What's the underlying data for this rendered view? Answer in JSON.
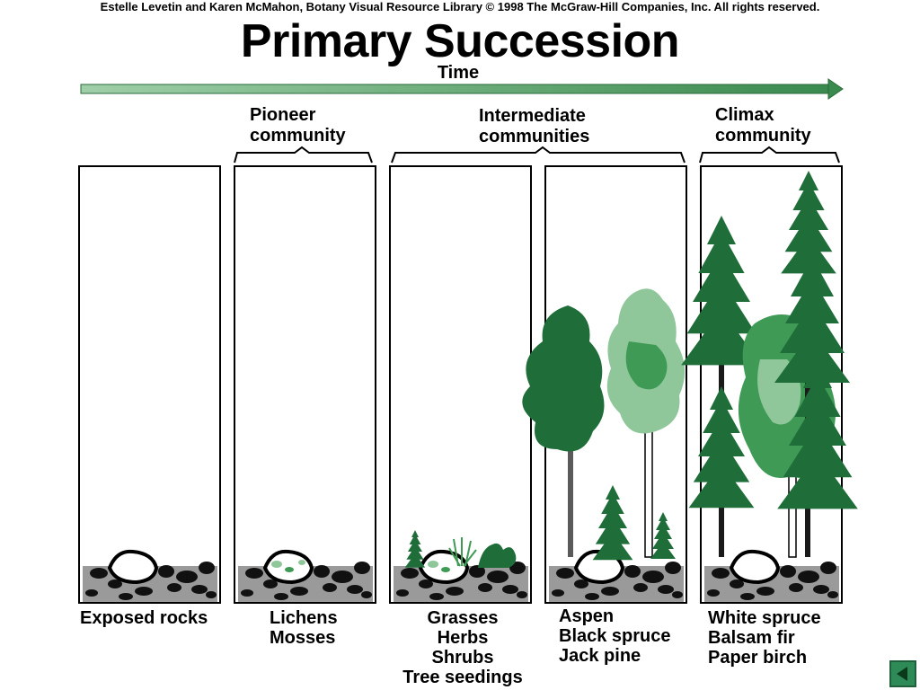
{
  "credit": "Estelle Levetin and Karen McMahon, Botany Visual Resource Library © 1998 The McGraw-Hill Companies, Inc. All rights reserved.",
  "title": "Primary Succession",
  "time_label": "Time",
  "groups": {
    "pioneer": [
      "Pioneer",
      "community"
    ],
    "intermediate": [
      "Intermediate",
      "communities"
    ],
    "climax": [
      "Climax",
      "community"
    ]
  },
  "stages": [
    {
      "caption": [
        "Exposed rocks"
      ]
    },
    {
      "caption": [
        "Lichens",
        "Mosses"
      ]
    },
    {
      "caption": [
        "Grasses",
        "Herbs",
        "Shrubs",
        "Tree seedings"
      ]
    },
    {
      "caption": [
        "Aspen",
        "Black spruce",
        "Jack pine"
      ]
    },
    {
      "caption": [
        "White spruce",
        "Balsam fir",
        "Paper birch"
      ]
    }
  ],
  "colors": {
    "arrow": "#3a8a4e",
    "dark_green": "#1f6e3a",
    "mid_green": "#3f9a56",
    "light_green": "#8fc79a",
    "rock_gray": "#9a9a9a"
  },
  "nav_button_icon": "back-arrow-icon"
}
